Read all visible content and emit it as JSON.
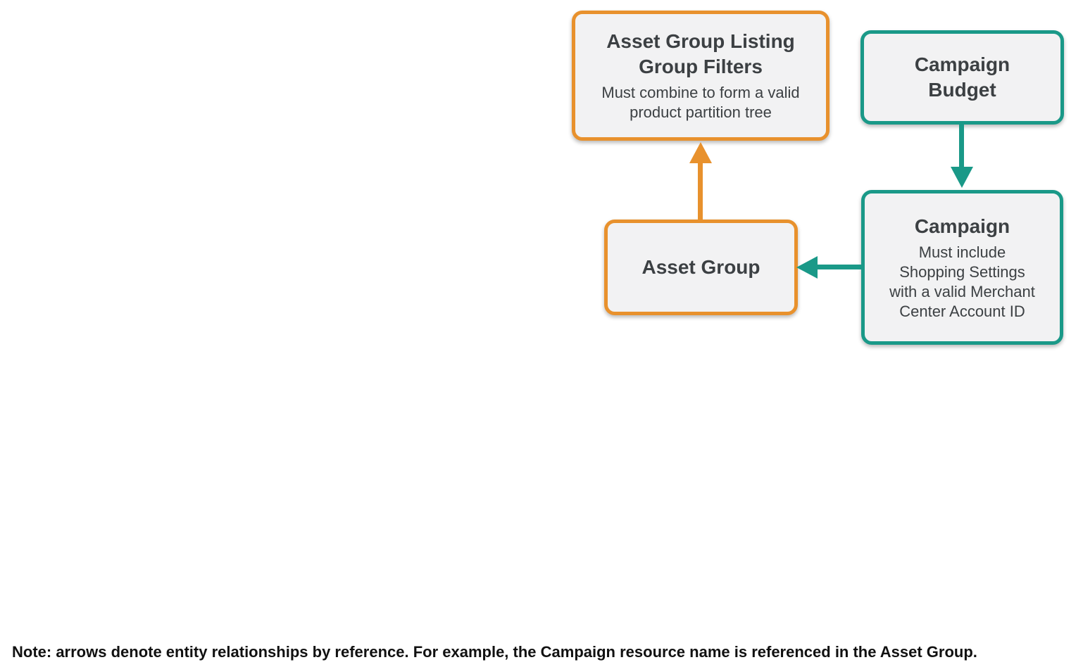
{
  "colors": {
    "orange": "#E8912D",
    "teal": "#1A9988",
    "box_fill": "#F2F2F3",
    "title_text": "#3C4043",
    "note_text": "#111111"
  },
  "diagram": {
    "nodes": [
      {
        "id": "asset-group-listing-group-filters",
        "title": "Asset Group Listing\nGroup Filters",
        "subtitle": "Must combine to form a valid\nproduct partition tree",
        "accent": "orange"
      },
      {
        "id": "campaign-budget",
        "title": "Campaign\nBudget",
        "subtitle": "",
        "accent": "teal"
      },
      {
        "id": "campaign",
        "title": "Campaign",
        "subtitle": "Must include\nShopping Settings\nwith a valid Merchant\nCenter Account ID",
        "accent": "teal"
      },
      {
        "id": "asset-group",
        "title": "Asset Group",
        "subtitle": "",
        "accent": "orange"
      }
    ],
    "edges": [
      {
        "from": "campaign-budget",
        "to": "campaign",
        "color": "teal",
        "direction": "down"
      },
      {
        "from": "asset-group",
        "to": "asset-group-listing-group-filters",
        "color": "orange",
        "direction": "up"
      },
      {
        "from": "campaign",
        "to": "asset-group",
        "color": "teal",
        "direction": "left"
      }
    ]
  },
  "note": "Note: arrows denote entity relationships by reference. For example, the Campaign resource name is referenced in the Asset Group."
}
